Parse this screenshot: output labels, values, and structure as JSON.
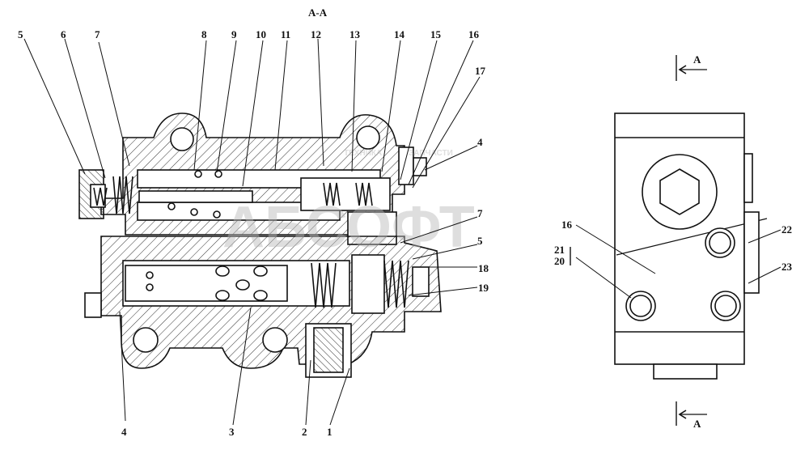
{
  "section_title": "A-A",
  "view_marker_letter": "A",
  "main_view_callouts": [
    "1",
    "2",
    "3",
    "4",
    "5",
    "6",
    "7",
    "8",
    "9",
    "10",
    "11",
    "12",
    "13",
    "14",
    "15",
    "16",
    "17",
    "4",
    "7",
    "5",
    "18",
    "19"
  ],
  "side_view_callouts": [
    "16",
    "21",
    "20",
    "22",
    "23"
  ],
  "watermark": {
    "line1": "ТЕХНИКА",
    "line2": "ЗАПЧАСТИ",
    "logo": "АБСОФТ"
  },
  "colors": {
    "ink": "#111111",
    "hatch": "#333333",
    "watermark": "#b8b8b8"
  }
}
